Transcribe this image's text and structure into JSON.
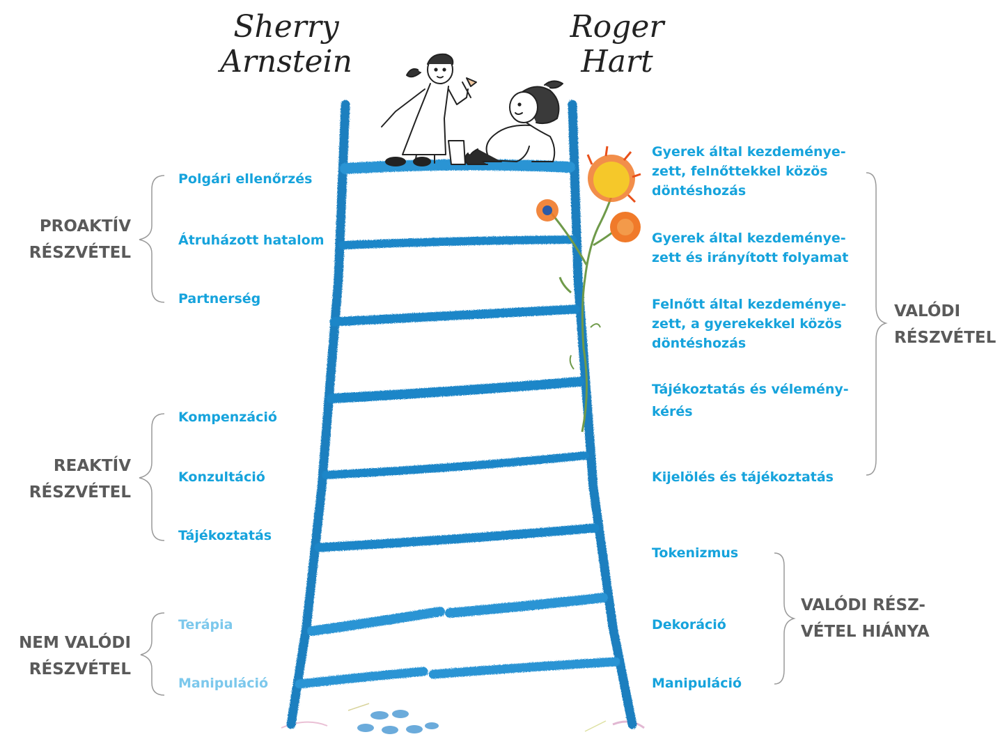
{
  "colors": {
    "label_blue": "#16a3dc",
    "label_light_blue": "#7cc8ec",
    "group_gray": "#5a5a5a",
    "ladder_blue": "#1a7fbf",
    "brace_gray": "#999999",
    "flower_yellow": "#f5c82a",
    "flower_orange": "#f07a2a",
    "stem_green": "#6f9a4a"
  },
  "authors": {
    "left": {
      "line1": "Sherry",
      "line2": "Arnstein"
    },
    "right": {
      "line1": "Roger",
      "line2": "Hart"
    }
  },
  "left_groups": [
    {
      "line1": "PROAKTÍV",
      "line2": "RÉSZVÉTEL"
    },
    {
      "line1": "REAKTÍV",
      "line2": "RÉSZVÉTEL"
    },
    {
      "line1": "NEM VALÓDI",
      "line2": "RÉSZVÉTEL"
    }
  ],
  "left_rungs": [
    {
      "label": "Polgári ellenőrzés",
      "tone": "blue"
    },
    {
      "label": "Átruházott hatalom",
      "tone": "blue"
    },
    {
      "label": "Partnerség",
      "tone": "blue"
    },
    {
      "label": "Kompenzáció",
      "tone": "blue"
    },
    {
      "label": "Konzultáció",
      "tone": "blue"
    },
    {
      "label": "Tájékoztatás",
      "tone": "blue"
    },
    {
      "label": "Terápia",
      "tone": "light"
    },
    {
      "label": "Manipuláció",
      "tone": "light"
    }
  ],
  "right_rungs": [
    {
      "line1": "Gyerek által kezdeménye-",
      "line2": "zett, felnőttekkel közös",
      "line3": "döntéshozás"
    },
    {
      "line1": "Gyerek által kezdeménye-",
      "line2": "zett és irányított folyamat",
      "line3": ""
    },
    {
      "line1": "Felnőtt által kezdeménye-",
      "line2": "zett, a gyerekekkel közös",
      "line3": "döntéshozás"
    },
    {
      "line1": "Tájékoztatás és vélemény-",
      "line2": "kérés",
      "line3": ""
    },
    {
      "line1": "Kijelölés és tájékoztatás",
      "line2": "",
      "line3": ""
    },
    {
      "line1": "Tokenizmus",
      "line2": "",
      "line3": ""
    },
    {
      "line1": "Dekoráció",
      "line2": "",
      "line3": ""
    },
    {
      "line1": "Manipuláció",
      "line2": "",
      "line3": ""
    }
  ],
  "right_groups": [
    {
      "line1": "VALÓDI",
      "line2": "RÉSZVÉTEL"
    },
    {
      "line1": "VALÓDI RÉSZ-",
      "line2": "VÉTEL HIÁNYA"
    }
  ]
}
